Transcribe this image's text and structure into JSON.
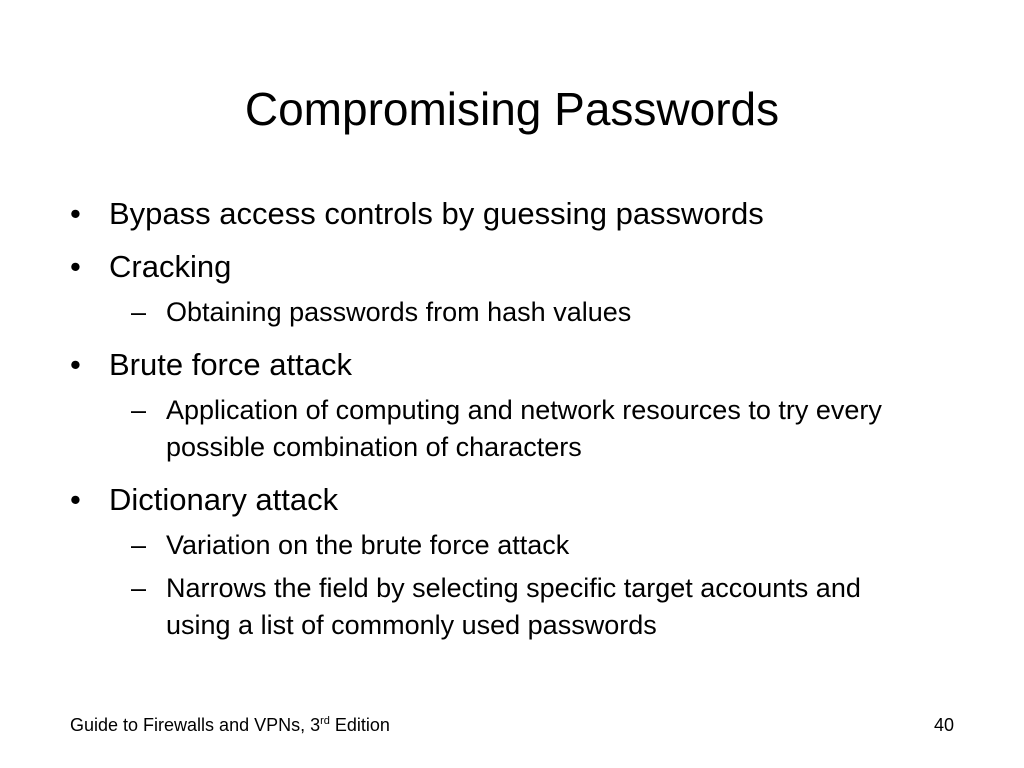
{
  "slide": {
    "title": "Compromising Passwords",
    "bullet_marker": "•",
    "sub_marker": "–",
    "bullets": [
      {
        "text": "Bypass access controls by guessing passwords",
        "subs": []
      },
      {
        "text": "Cracking",
        "subs": [
          "Obtaining passwords from hash values"
        ]
      },
      {
        "text": "Brute force attack",
        "subs": [
          "Application of computing and network resources to try every possible combination of characters"
        ]
      },
      {
        "text": "Dictionary attack",
        "subs": [
          "Variation on the brute force attack",
          "Narrows the field by selecting specific target accounts and using a list of commonly used passwords"
        ]
      }
    ]
  },
  "footer": {
    "book_title_before": "Guide to Firewalls and VPNs, 3",
    "book_title_sup": "rd",
    "book_title_after": " Edition",
    "page_number": "40"
  }
}
